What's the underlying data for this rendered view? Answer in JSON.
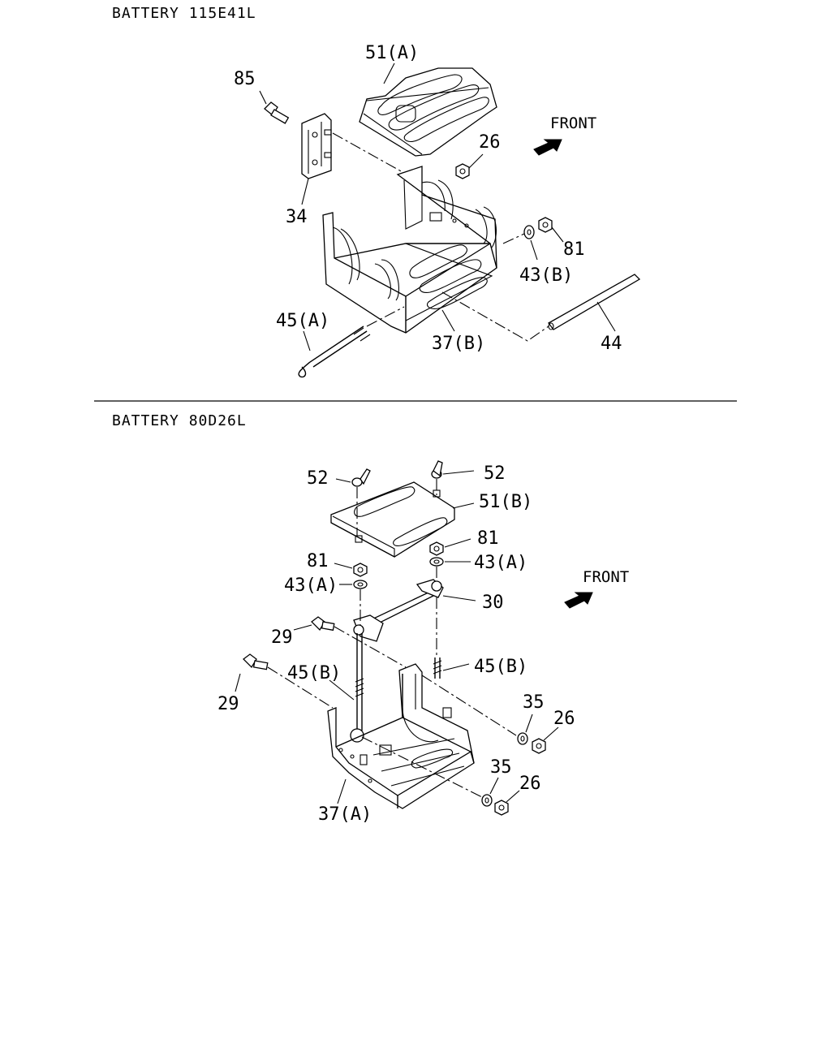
{
  "sections": [
    {
      "title": "BATTERY 115E41L",
      "front_label": "FRONT",
      "callouts": [
        "51(A)",
        "85",
        "26",
        "34",
        "81",
        "43(B)",
        "45(A)",
        "37(B)",
        "44"
      ]
    },
    {
      "title": "BATTERY 80D26L",
      "front_label": "FRONT",
      "callouts": [
        "52",
        "52",
        "51(B)",
        "81",
        "81",
        "43(A)",
        "43(A)",
        "30",
        "29",
        "29",
        "45(B)",
        "45(B)",
        "35",
        "26",
        "35",
        "26",
        "37(A)"
      ]
    }
  ],
  "icons": {
    "front_arrow": "front-arrow-icon"
  }
}
